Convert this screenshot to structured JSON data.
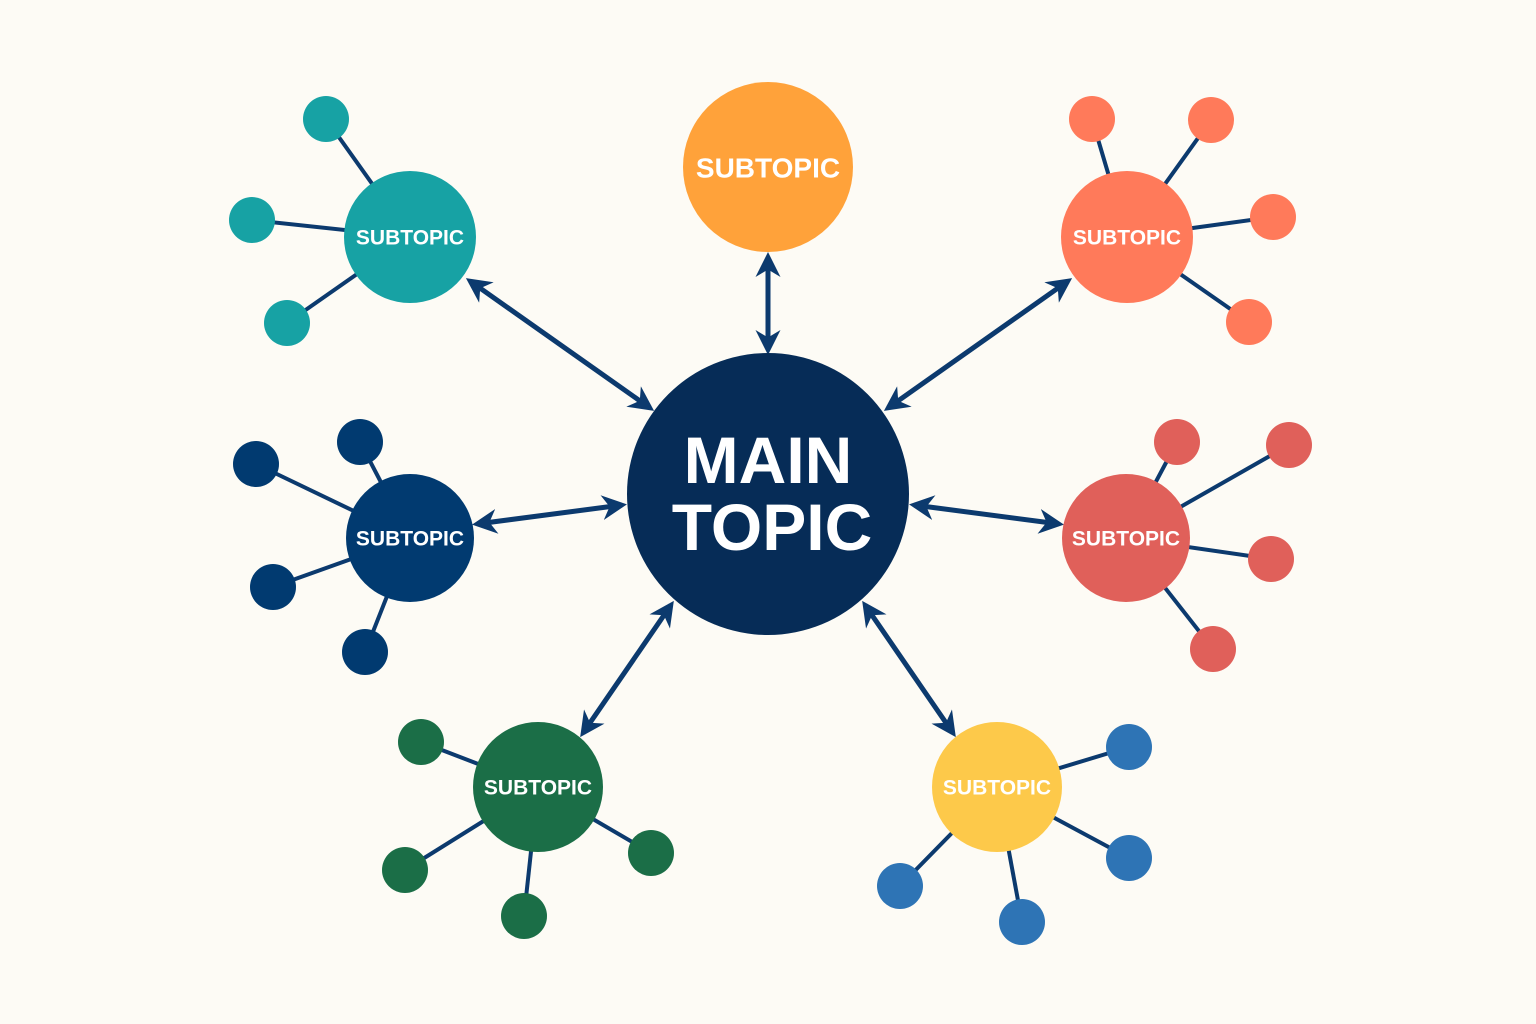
{
  "main_topic": {
    "line1": "MAIN",
    "line2": "TOPIC",
    "color": "#062c57"
  },
  "subtopics": [
    {
      "label": "SUBTOPIC",
      "color": "#17a2a4"
    },
    {
      "label": "SUBTOPIC",
      "color": "#ffa23a"
    },
    {
      "label": "SUBTOPIC",
      "color": "#ff7a5a"
    },
    {
      "label": "SUBTOPIC",
      "color": "#013a70"
    },
    {
      "label": "SUBTOPIC",
      "color": "#e0605a"
    },
    {
      "label": "SUBTOPIC",
      "color": "#1b6e47"
    },
    {
      "label": "SUBTOPIC",
      "color": "#fdc94a"
    }
  ],
  "leaf_colors": {
    "yellow_branch": "#2e74b5"
  },
  "connector_color": "#0c3a6e"
}
